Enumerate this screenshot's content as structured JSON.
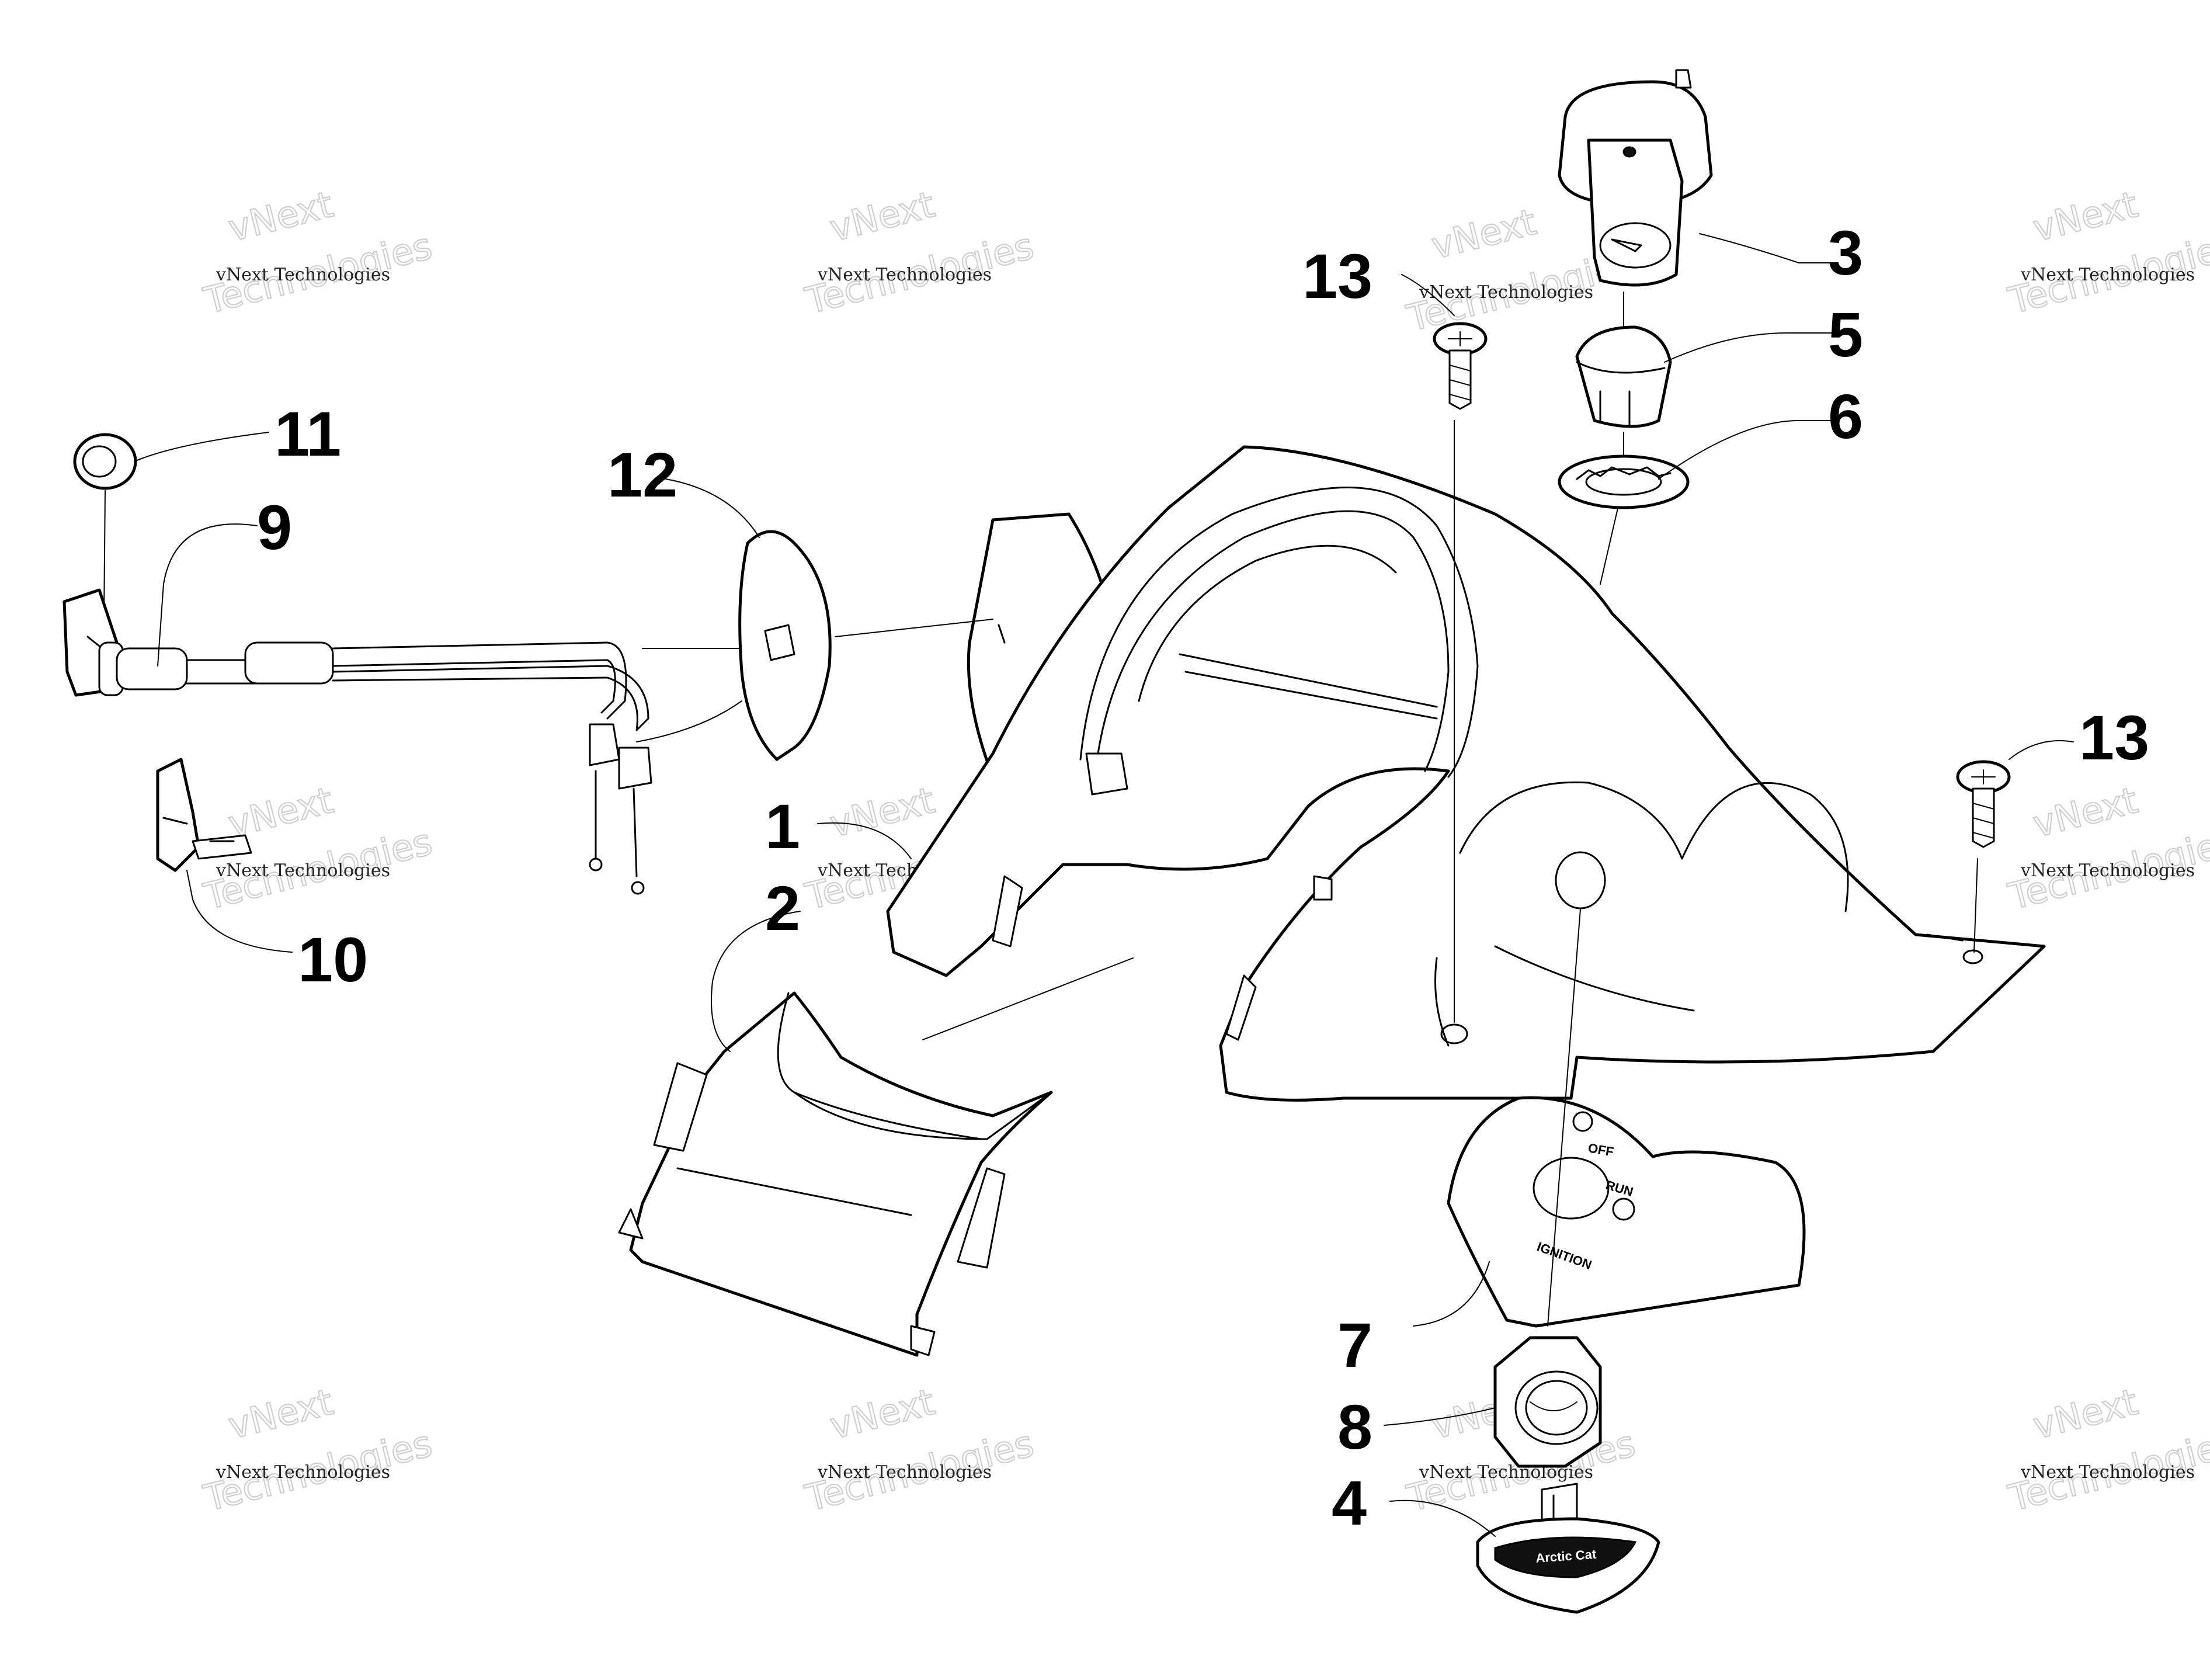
{
  "callouts": [
    "1",
    "2",
    "3",
    "4",
    "5",
    "6",
    "7",
    "8",
    "9",
    "10",
    "11",
    "12",
    "13",
    "13"
  ],
  "watermark": {
    "company_line": "vNext Technologies",
    "brand_top": "vNext",
    "brand_bottom": "Technologies"
  },
  "ignition_plate": {
    "off_label": "OFF",
    "run_label": "RUN",
    "ignition_label": "IGNITION"
  },
  "key_brand": "Arctic Cat"
}
